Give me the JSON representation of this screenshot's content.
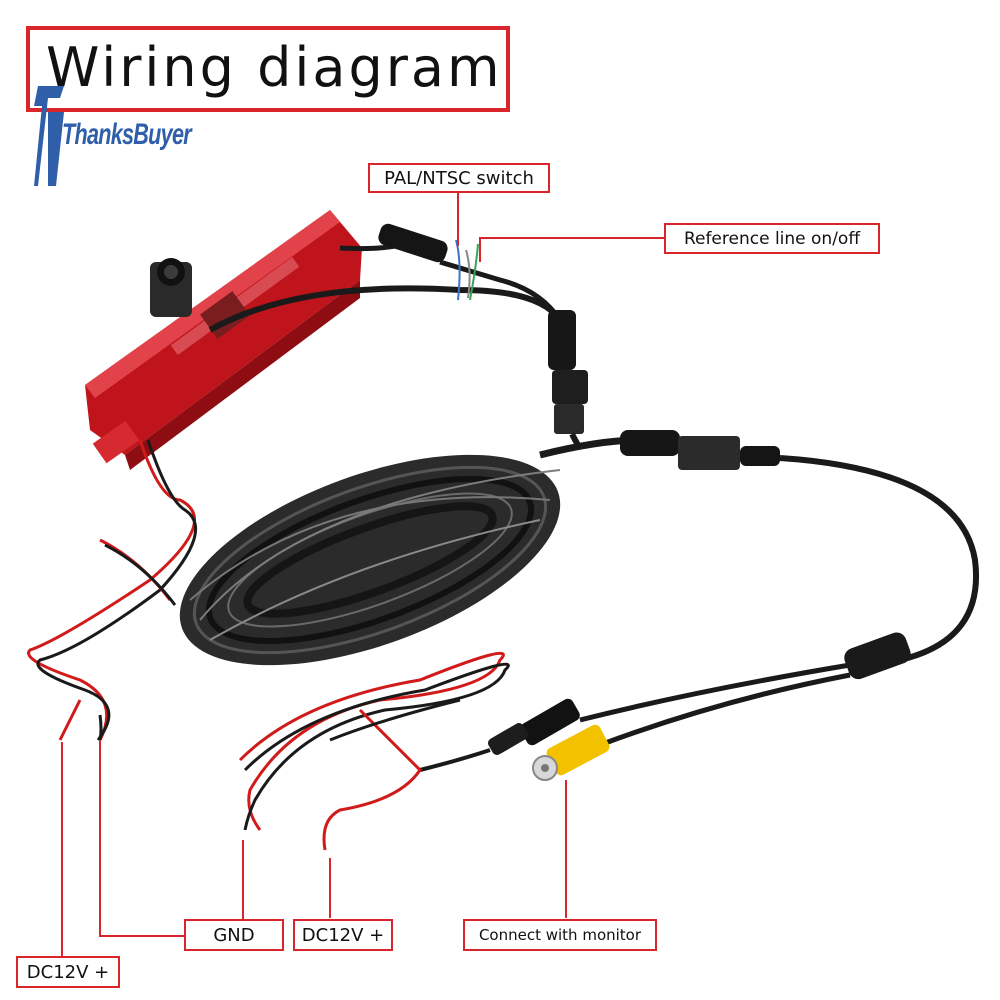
{
  "title": "Wiring diagram",
  "logo": {
    "text": "ThanksBuyer",
    "color": "#2f5fa8"
  },
  "labels": {
    "pal_ntsc": "PAL/NTSC switch",
    "reference_line": "Reference line on/off",
    "gnd": "GND",
    "dc12v_mid": "DC12V +",
    "dc12v_left": "DC12V +",
    "monitor": "Connect with monitor"
  },
  "colors": {
    "accent_red": "#d9262c",
    "brake_light": "#c0141c",
    "cable": "#1a1a1a",
    "power_wire": "#d11a1a",
    "rca_yellow": "#f2c200",
    "logo_blue": "#2f5fa8"
  }
}
